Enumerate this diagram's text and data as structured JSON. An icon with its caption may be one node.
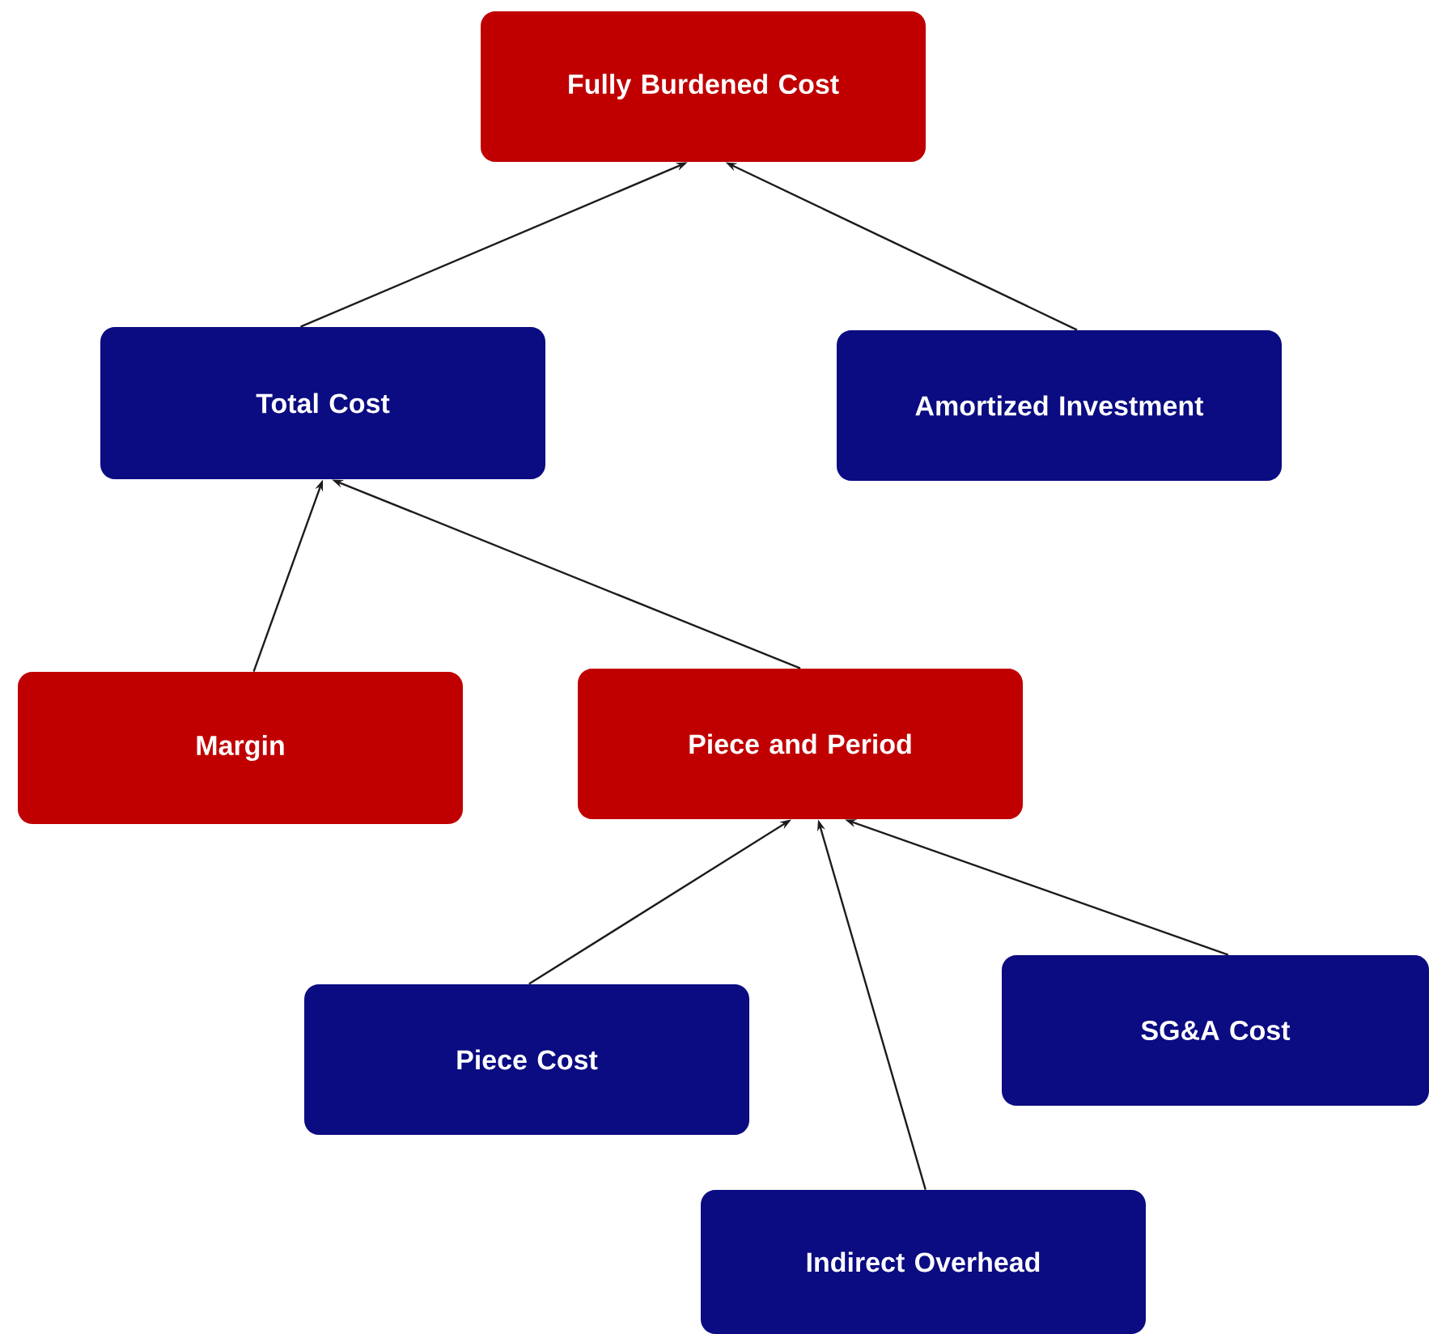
{
  "diagram": {
    "nodes": [
      {
        "text": [
          "Fully Burdened Cost"
        ]
      },
      {
        "text": [
          "Total Cost"
        ]
      },
      {
        "text": [
          "Amortized Investment"
        ]
      },
      {
        "text": [
          "Margin"
        ]
      },
      {
        "text": [
          "Piece and Period"
        ]
      },
      {
        "text": [
          "Piece Cost"
        ]
      },
      {
        "text": [
          "SG&A Cost"
        ]
      },
      {
        "text": [
          "Indirect Overhead"
        ]
      }
    ],
    "edges": [
      {
        "from": 1,
        "to": 0,
        "arrow": "to"
      },
      {
        "from": 2,
        "to": 0,
        "arrow": "to"
      },
      {
        "from": 3,
        "to": 1,
        "arrow": "to"
      },
      {
        "from": 4,
        "to": 1,
        "arrow": "to"
      },
      {
        "from": 5,
        "to": 4,
        "arrow": "to"
      },
      {
        "from": 7,
        "to": 4,
        "arrow": "to"
      },
      {
        "from": 6,
        "to": 4,
        "arrow": "to"
      }
    ]
  }
}
